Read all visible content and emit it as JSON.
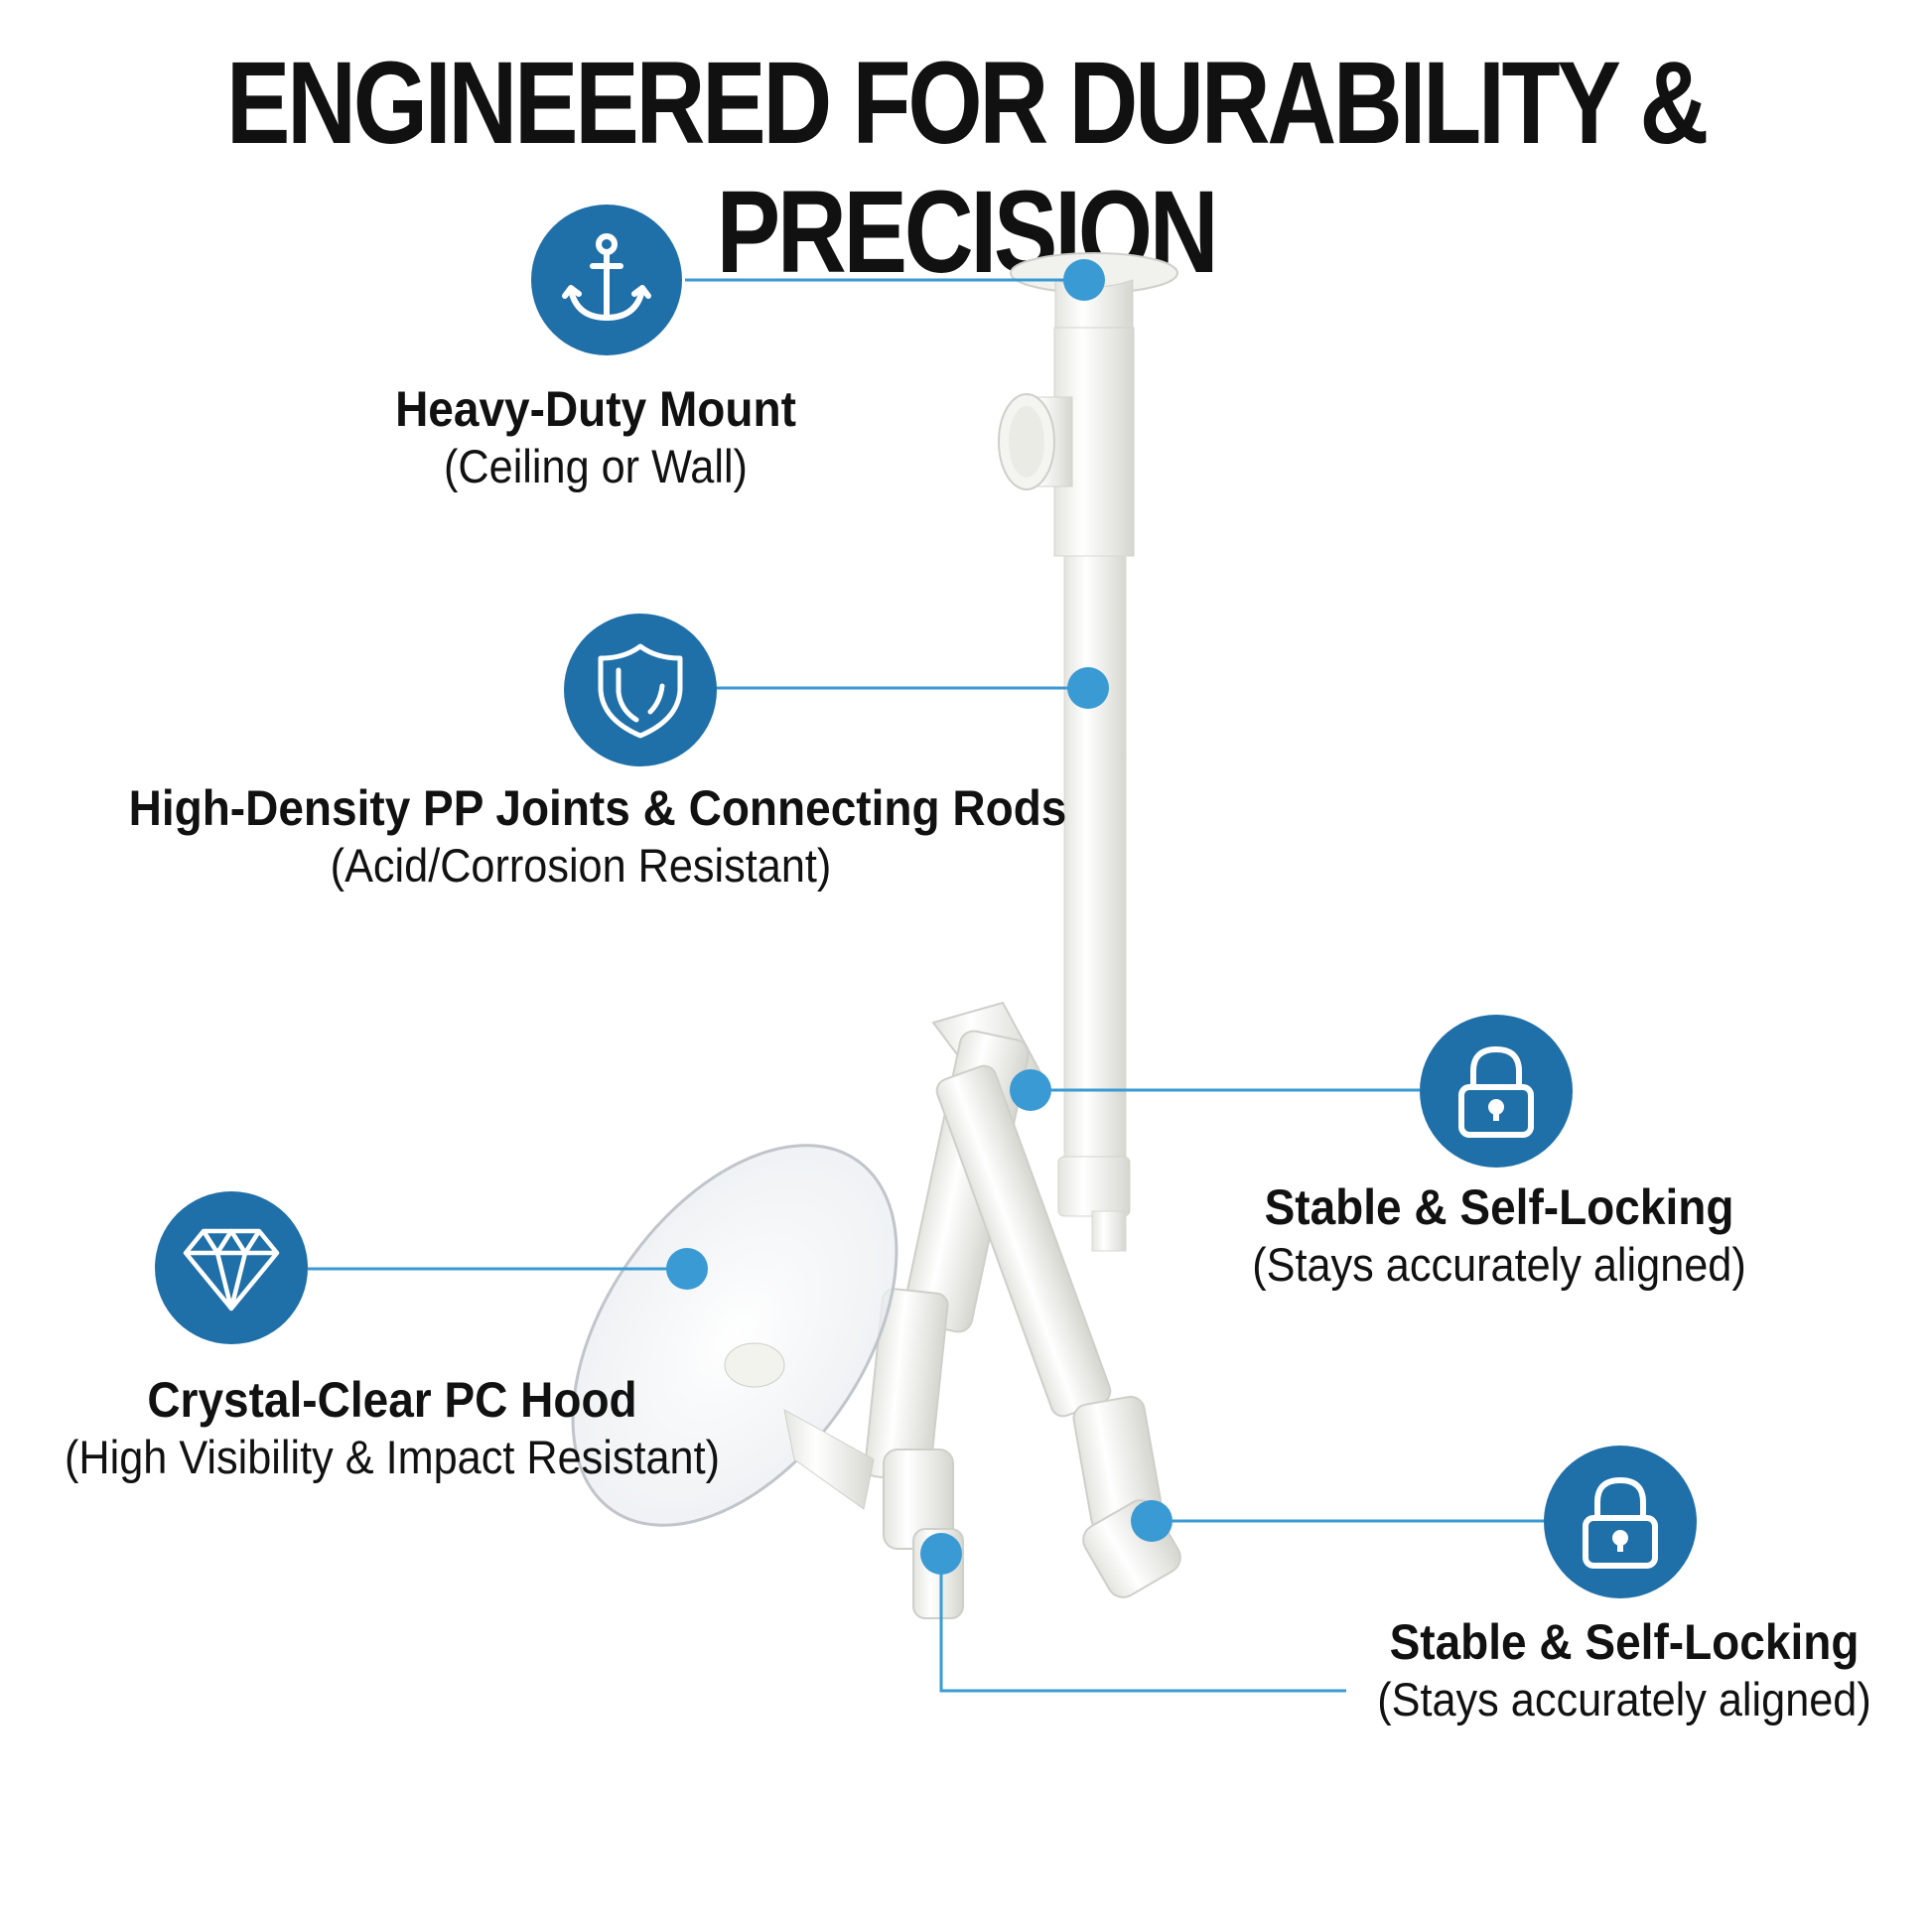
{
  "title": "ENGINEERED FOR DURABILITY & PRECISION",
  "accent_color": "#1f6fa8",
  "dot_color": "#3a9ad3",
  "features": [
    {
      "icon": "anchor-icon",
      "title": "Heavy-Duty Mount",
      "subtitle": "(Ceiling or Wall)"
    },
    {
      "icon": "shield-icon",
      "title": "High-Density PP Joints & Connecting Rods",
      "subtitle": "(Acid/Corrosion Resistant)"
    },
    {
      "icon": "lock-icon",
      "title": "Stable & Self-Locking",
      "subtitle": "(Stays accurately aligned)"
    },
    {
      "icon": "diamond-icon",
      "title": "Crystal-Clear PC Hood",
      "subtitle": "(High Visibility & Impact Resistant)"
    },
    {
      "icon": "lock-icon",
      "title": "Stable & Self-Locking",
      "subtitle": "(Stays accurately aligned)"
    }
  ]
}
